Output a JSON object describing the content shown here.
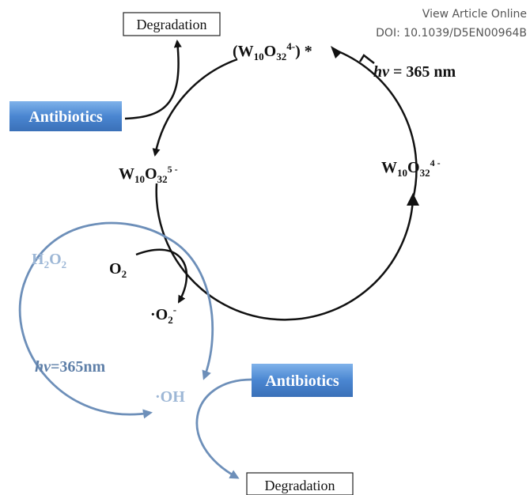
{
  "header": {
    "view_article": "View Article Online",
    "doi": "DOI: 10.1039/D5EN00964B"
  },
  "boxes": {
    "degradation_top": "Degradation",
    "degradation_bottom": "Degradation",
    "antibiotics_left": "Antibiotics",
    "antibiotics_right": "Antibiotics"
  },
  "species": {
    "excited": {
      "open": "(W",
      "s1": "10",
      "mid": "O",
      "s2": "32",
      "sup": "4-",
      "close": ") *"
    },
    "reduced": {
      "w": "W",
      "s1": "10",
      "o": "O",
      "s2": "32",
      "sup": "5 -"
    },
    "ground": {
      "w": "W",
      "s1": "10",
      "o": "O",
      "s2": "32",
      "sup": "4 -"
    },
    "o2": {
      "base": "O",
      "sub": "2"
    },
    "superoxide": {
      "pre": "·O",
      "sub": "2",
      "sup": "-"
    },
    "h2o2": {
      "h": "H",
      "s1": "2",
      "o": "O",
      "s2": "2"
    },
    "oh": "·OH"
  },
  "irradiation": {
    "top": {
      "hv": "hv",
      "rest": " = 365 nm"
    },
    "bottom": {
      "hv": "hv",
      "rest": "=365nm"
    }
  },
  "colors": {
    "cycle_black": "#111111",
    "cycle_blue": "#6d8fb9",
    "antibiotics_box": "#4a86d1",
    "blue_text": "#9db7d6"
  }
}
